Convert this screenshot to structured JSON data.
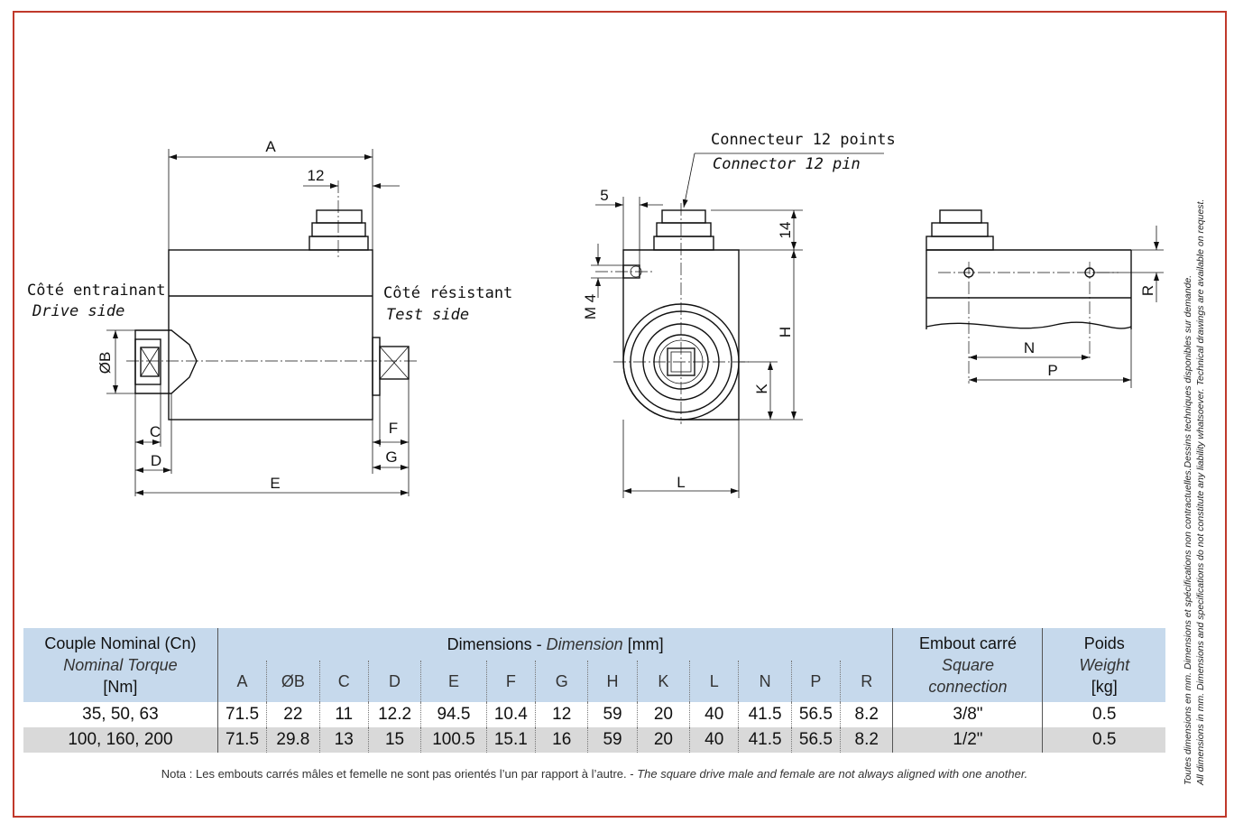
{
  "drawing": {
    "labels": {
      "drive_side_fr": "Côté entrainant",
      "drive_side_en": "Drive side",
      "test_side_fr": "Côté résistant",
      "test_side_en": "Test side",
      "connector_fr": "Connecteur 12 points",
      "connector_en": "Connector 12 pin",
      "thread": "M 4"
    },
    "dimensions": {
      "a": "A",
      "twelve": "12",
      "b": "ØB",
      "c": "C",
      "d": "D",
      "e": "E",
      "f": "F",
      "g": "G",
      "five": "5",
      "fourteen": "14",
      "h": "H",
      "k": "K",
      "l": "L",
      "n": "N",
      "p": "P",
      "r": "R"
    }
  },
  "side_note": {
    "line1": "Toutes dimensions en mm. Dimensions et spécifications non contractuelles.Dessins techniques disponibles sur demande.",
    "line2": "All dimensions in mm. Dimensions and specifications do not constitute any liability whatsoever. Technical drawings are available on request."
  },
  "table": {
    "torque_header": {
      "fr": "Couple Nominal (Cn)",
      "en": "Nominal Torque",
      "unit": "[Nm]"
    },
    "dims_header": {
      "fr": "Dimensions - ",
      "en": "Dimension",
      "unit": " [mm]"
    },
    "square_header": {
      "fr": "Embout carré",
      "en1": "Square",
      "en2": "connection"
    },
    "weight_header": {
      "fr": "Poids",
      "en": "Weight",
      "unit": "[kg]"
    },
    "columns": [
      "A",
      "ØB",
      "C",
      "D",
      "E",
      "F",
      "G",
      "H",
      "K",
      "L",
      "N",
      "P",
      "R"
    ],
    "rows": [
      {
        "torque": "35, 50, 63",
        "values": [
          "71.5",
          "22",
          "11",
          "12.2",
          "94.5",
          "10.4",
          "12",
          "59",
          "20",
          "40",
          "41.5",
          "56.5",
          "8.2"
        ],
        "square": "3/8\"",
        "weight": "0.5"
      },
      {
        "torque": "100, 160, 200",
        "values": [
          "71.5",
          "29.8",
          "13",
          "15",
          "100.5",
          "15.1",
          "16",
          "59",
          "20",
          "40",
          "41.5",
          "56.5",
          "8.2"
        ],
        "square": "1/2\"",
        "weight": "0.5"
      }
    ]
  },
  "note": {
    "fr": "Nota : Les embouts carrés mâles et femelle ne sont pas orientés l’un par rapport à l’autre. - ",
    "en": "The square drive male and female are not always aligned with one another."
  }
}
